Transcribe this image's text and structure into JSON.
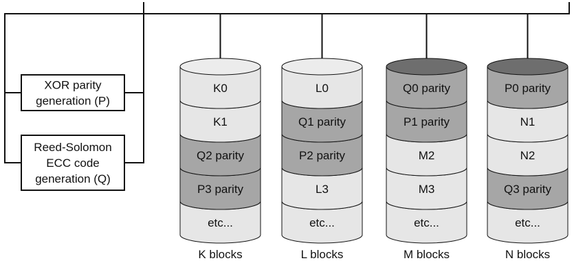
{
  "generators": [
    {
      "lines": [
        "XOR parity",
        "generation (P)"
      ]
    },
    {
      "lines": [
        "Reed-Solomon",
        "ECC code",
        "generation (Q)"
      ]
    }
  ],
  "disks": [
    {
      "label": "K blocks",
      "blocks": [
        {
          "text": "K0",
          "kind": "data"
        },
        {
          "text": "K1",
          "kind": "data"
        },
        {
          "text": "Q2 parity",
          "kind": "parity"
        },
        {
          "text": "P3 parity",
          "kind": "parity"
        },
        {
          "text": "etc...",
          "kind": "data"
        }
      ]
    },
    {
      "label": "L blocks",
      "blocks": [
        {
          "text": "L0",
          "kind": "data"
        },
        {
          "text": "Q1 parity",
          "kind": "parity"
        },
        {
          "text": "P2 parity",
          "kind": "parity"
        },
        {
          "text": "L3",
          "kind": "data"
        },
        {
          "text": "etc...",
          "kind": "data"
        }
      ]
    },
    {
      "label": "M blocks",
      "blocks": [
        {
          "text": "Q0 parity",
          "kind": "parity"
        },
        {
          "text": "P1 parity",
          "kind": "parity"
        },
        {
          "text": "M2",
          "kind": "data"
        },
        {
          "text": "M3",
          "kind": "data"
        },
        {
          "text": "etc...",
          "kind": "data"
        }
      ]
    },
    {
      "label": "N blocks",
      "blocks": [
        {
          "text": "P0 parity",
          "kind": "parity"
        },
        {
          "text": "N1",
          "kind": "data"
        },
        {
          "text": "N2",
          "kind": "data"
        },
        {
          "text": "Q3 parity",
          "kind": "parity"
        },
        {
          "text": "etc...",
          "kind": "data"
        }
      ]
    }
  ],
  "colors": {
    "data_top": "#ececec",
    "data_body": "#e6e6e6",
    "parity_top": "#6e6e6e",
    "parity_body": "#a6a6a6",
    "line": "#111111"
  }
}
